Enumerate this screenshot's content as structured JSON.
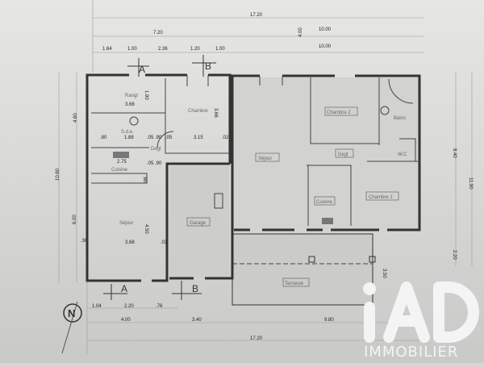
{
  "rooms": {
    "rangement": "Rangt",
    "chambre": "Chambre",
    "sde": "S.d.e.",
    "degt_left": "Degt",
    "cuisine_left": "Cuisine",
    "sejour_left": "Séjour",
    "garage": "Garage",
    "sejour_right": "Séjour",
    "chambre2": "Chambre 2",
    "bains": "Bains",
    "degt_right": "Degt",
    "wc": "W.C",
    "cuisine_right": "Cuisine",
    "chambre1": "Chambre 1",
    "terrasse": "Terrasse"
  },
  "dimensions": {
    "top_total": "17.20",
    "top_left": "7.20",
    "top_vertical": "4.00",
    "top_right_1": "10.00",
    "top_right_2": "10.00",
    "seg_1": "1.64",
    "seg_2": "1.00",
    "seg_3": "2.36",
    "seg_4": "1.20",
    "seg_5": "1.00",
    "left_upper": "4.60",
    "left_total": "10.60",
    "left_lower": "6.00",
    "right_upper": "8.40",
    "right_total": "11.90",
    "right_lower": "2.20",
    "terrace_depth": "3.50",
    "bottom_seg_1": "1.04",
    "bottom_seg_2": "2.20",
    "bottom_seg_3": ".76",
    "bottom_left": "4.00",
    "bottom_mid": "3.40",
    "bottom_right": "9.80",
    "bottom_total": "17.20",
    "rangt_width": "3.68",
    "rangt_height": "1.90",
    "chambre_height": "3.66",
    "chambre_width": "3.15",
    "chambre_wall": ".02",
    "sde_width": "1.88",
    "sde_shower": ".80",
    "door_1": ".05",
    "door_2": ".90",
    "door_3": ".05",
    "cuisine_width": "2.75",
    "door_4": ".05",
    "door_5": ".90",
    "cuisine_depth": ".60",
    "sejour_height": "4.50",
    "sejour_width": "3.68",
    "sejour_wall_left": ".30",
    "sejour_wall_right": ".02"
  },
  "section_markers": {
    "a": "A",
    "b": "B"
  },
  "north_arrow": "N",
  "watermark": {
    "logo": "iAD",
    "text": "IMMOBILIER",
    "color": "#f4f4f4"
  }
}
